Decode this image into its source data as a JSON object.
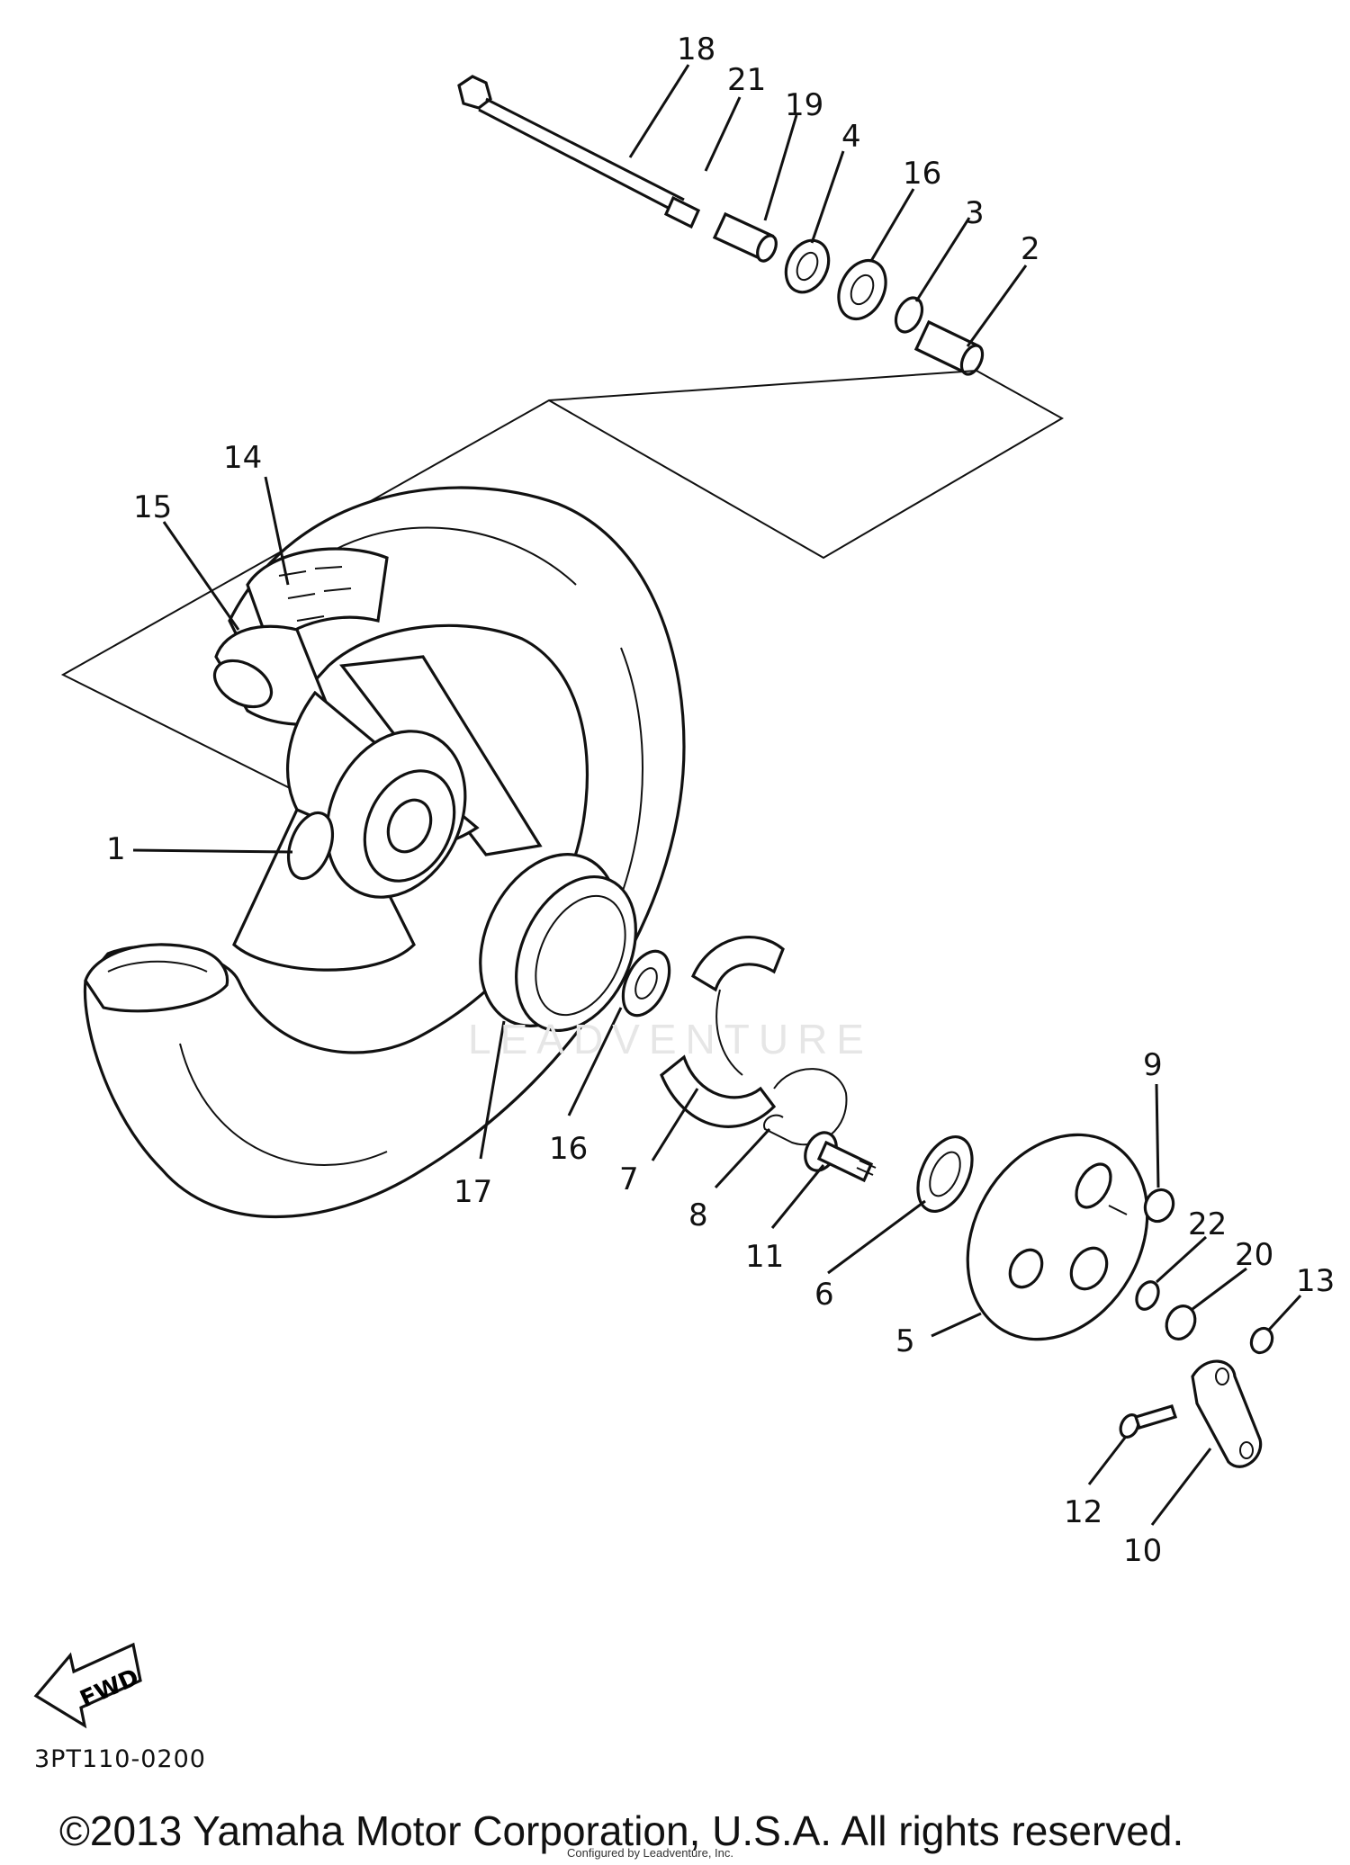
{
  "diagram": {
    "callouts": [
      "18",
      "21",
      "19",
      "4",
      "16",
      "3",
      "2",
      "14",
      "15",
      "1",
      "16",
      "7",
      "17",
      "8",
      "11",
      "6",
      "9",
      "22",
      "20",
      "13",
      "5",
      "12",
      "10"
    ],
    "direction_marker": "FWD",
    "part_code": "3PT110-0200",
    "watermark": "LEADVENTURE"
  },
  "footer": {
    "copyright": "©2013 Yamaha Motor Corporation, U.S.A. All rights reserved.",
    "credit": "Configured by Leadventure, Inc."
  }
}
